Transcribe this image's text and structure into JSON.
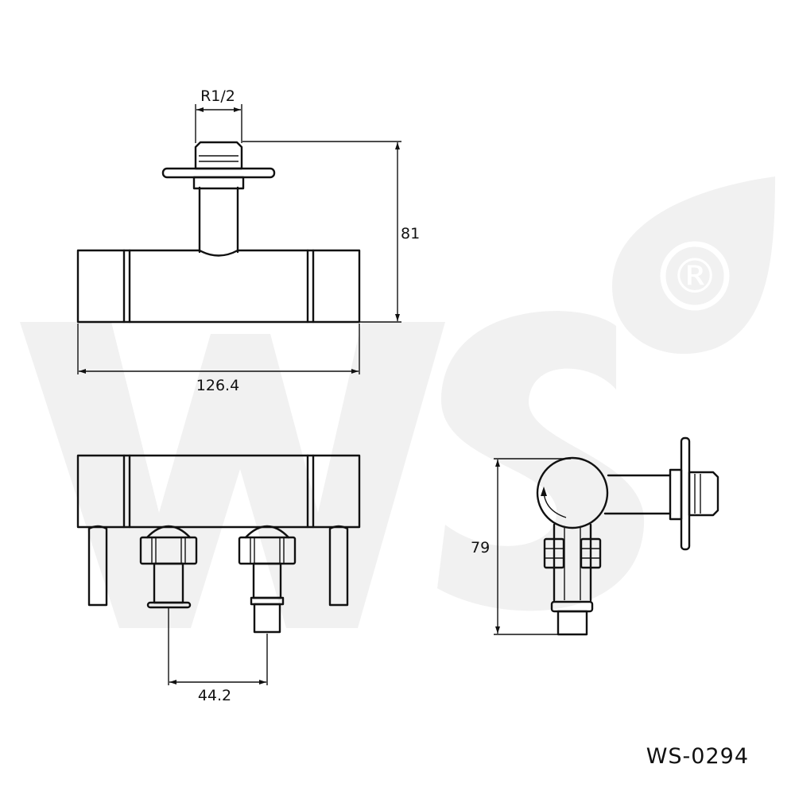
{
  "watermark": {
    "text": "WS",
    "registered_mark": "®"
  },
  "dimensions": {
    "thread": "R1/2",
    "height_top": "81",
    "width": "126.4",
    "spacing": "44.2",
    "height_side": "79"
  },
  "product_code": "WS-0294",
  "colors": {
    "line": "#111111",
    "watermark": "#f1f1f1",
    "background": "#ffffff"
  }
}
